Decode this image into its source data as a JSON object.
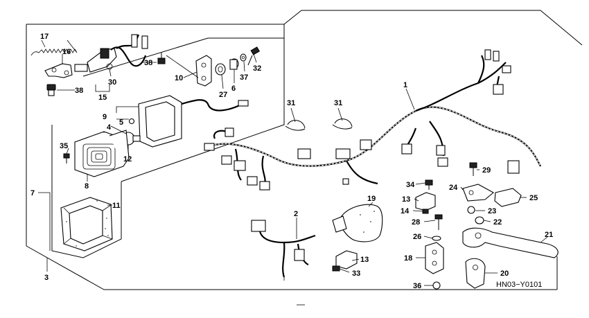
{
  "diagram": {
    "code": "HN03−Y0101",
    "labels": {
      "p1": "1",
      "p2": "2",
      "p3": "3",
      "p4": "4",
      "p5": "5",
      "p6": "6",
      "p7": "7",
      "p8": "8",
      "p9": "9",
      "p10": "10",
      "p11": "11",
      "p12": "12",
      "p13a": "13",
      "p13b": "13",
      "p14": "14",
      "p15": "15",
      "p16": "16",
      "p17": "17",
      "p18": "18",
      "p19": "19",
      "p20": "20",
      "p21": "21",
      "p22": "22",
      "p23": "23",
      "p24": "24",
      "p25": "25",
      "p26": "26",
      "p27": "27",
      "p28": "28",
      "p29": "29",
      "p30": "30",
      "p31a": "31",
      "p31b": "31",
      "p32": "32",
      "p33": "33",
      "p34": "34",
      "p35": "35",
      "p36": "36",
      "p37": "37",
      "p38a": "38",
      "p38b": "38"
    }
  }
}
